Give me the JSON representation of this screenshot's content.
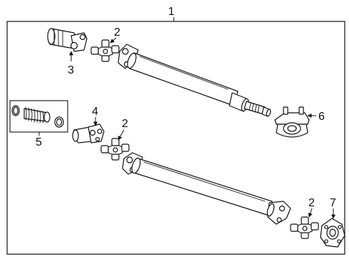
{
  "callouts": {
    "c1": "1",
    "c2a": "2",
    "c2b": "2",
    "c2c": "2",
    "c3": "3",
    "c4": "4",
    "c5": "5",
    "c6": "6",
    "c7": "7"
  },
  "icons": [
    "drive-shaft-icon",
    "universal-joint-icon",
    "slip-yoke-icon",
    "flange-yoke-icon",
    "boot-kit-icon",
    "center-support-bearing-icon",
    "flange-icon"
  ]
}
